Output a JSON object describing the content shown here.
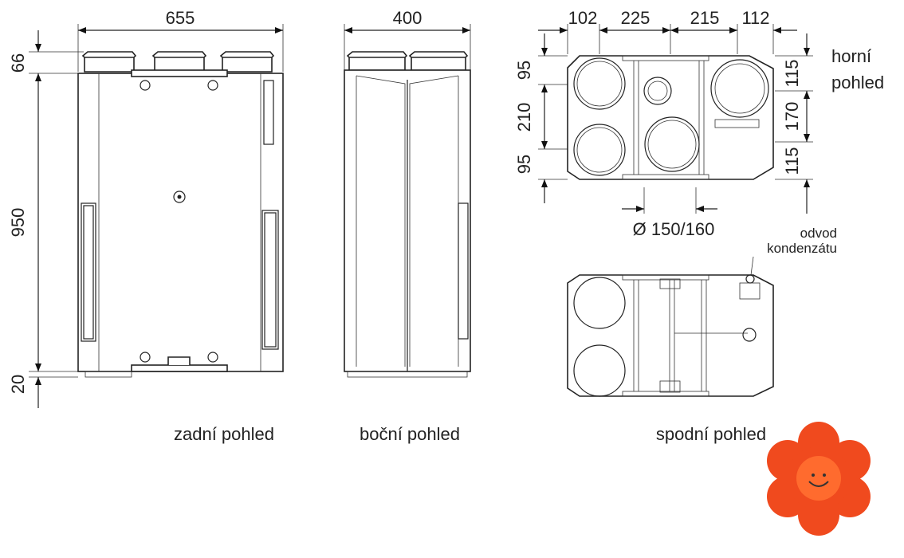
{
  "back_view": {
    "label": "zadní pohled",
    "width": "655",
    "cap_height": "66",
    "body_height": "950",
    "foot_height": "20"
  },
  "side_view": {
    "label": "boční pohled",
    "depth": "400"
  },
  "top_view": {
    "label_line1": "horní",
    "label_line2": "pohled",
    "horizontal_dims": [
      "102",
      "225",
      "215",
      "112"
    ],
    "left_dims": [
      "95",
      "210",
      "95"
    ],
    "right_dims": [
      "115",
      "170",
      "115"
    ],
    "diameter": "Ø 150/160"
  },
  "bottom_view": {
    "label": "spodní pohled",
    "note_line1": "odvod",
    "note_line2": "kondenzátu"
  },
  "logo": {
    "petal_color": "#f04a1e",
    "center_color": "#ff6b2e"
  }
}
